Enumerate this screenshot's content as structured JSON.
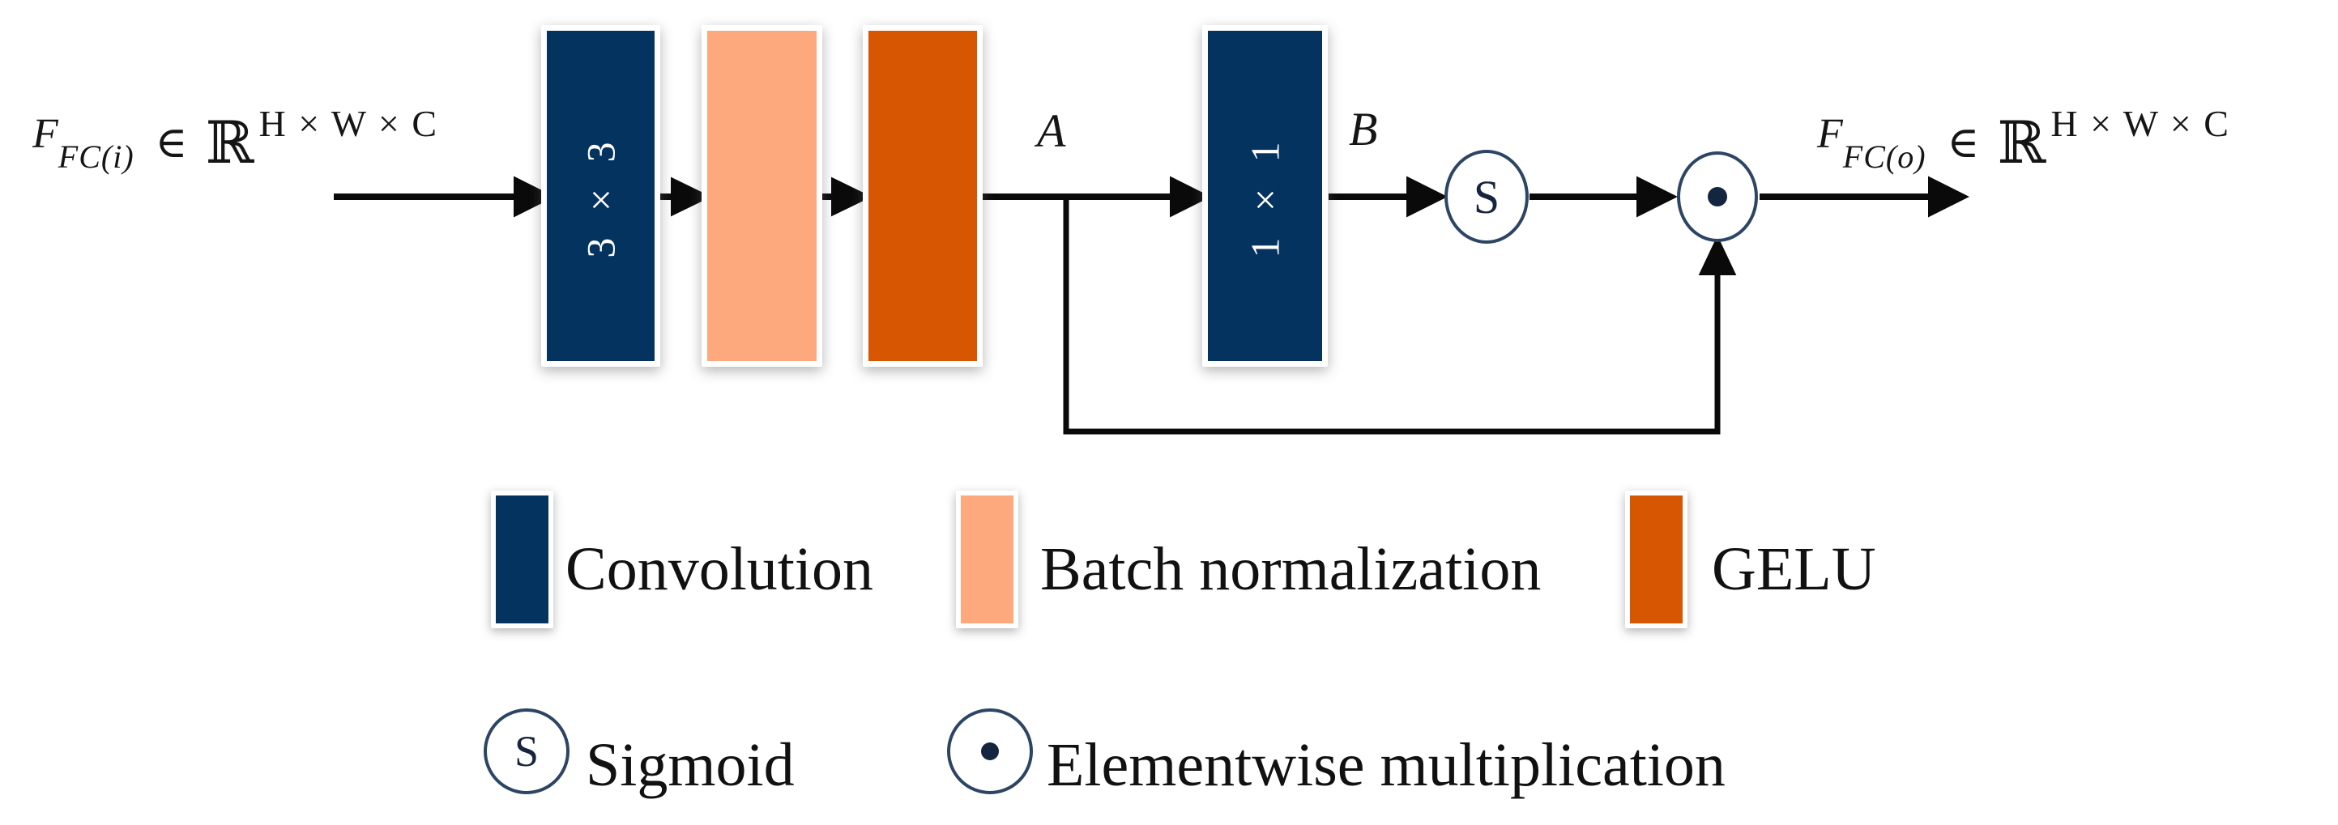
{
  "diagram": {
    "input_label": {
      "var": "F",
      "sub": "FC(i)",
      "element_of": "∈",
      "set": "ℝ",
      "dims": "H × W × C"
    },
    "output_label": {
      "var": "F",
      "sub": "FC(o)",
      "element_of": "∈",
      "set": "ℝ",
      "dims": "H × W × C"
    },
    "branch_labels": {
      "a": "A",
      "b": "B"
    },
    "blocks": [
      {
        "id": "conv-3x3",
        "type": "convolution",
        "label": "3 × 3"
      },
      {
        "id": "batch-norm",
        "type": "batch_normalization",
        "label": ""
      },
      {
        "id": "gelu",
        "type": "gelu",
        "label": ""
      },
      {
        "id": "conv-1x1",
        "type": "convolution",
        "label": "1 × 1"
      }
    ],
    "operators": {
      "sigmoid_symbol": "S",
      "multiply_symbol": "·"
    }
  },
  "legend": {
    "blocks": [
      {
        "type": "convolution",
        "label": "Convolution"
      },
      {
        "type": "batch_normalization",
        "label": "Batch normalization"
      },
      {
        "type": "gelu",
        "label": "GELU"
      }
    ],
    "operators": [
      {
        "symbol": "S",
        "label": "Sigmoid"
      },
      {
        "symbol": "·",
        "label": "Elementwise multiplication"
      }
    ]
  },
  "colors": {
    "convolution": "#05335f",
    "batch_normalization": "#fda97d",
    "gelu": "#d75602",
    "circle_stroke": "#2d4564",
    "arrow": "#0a0a0a",
    "block_text": "#ffffff",
    "background": "#ffffff"
  }
}
